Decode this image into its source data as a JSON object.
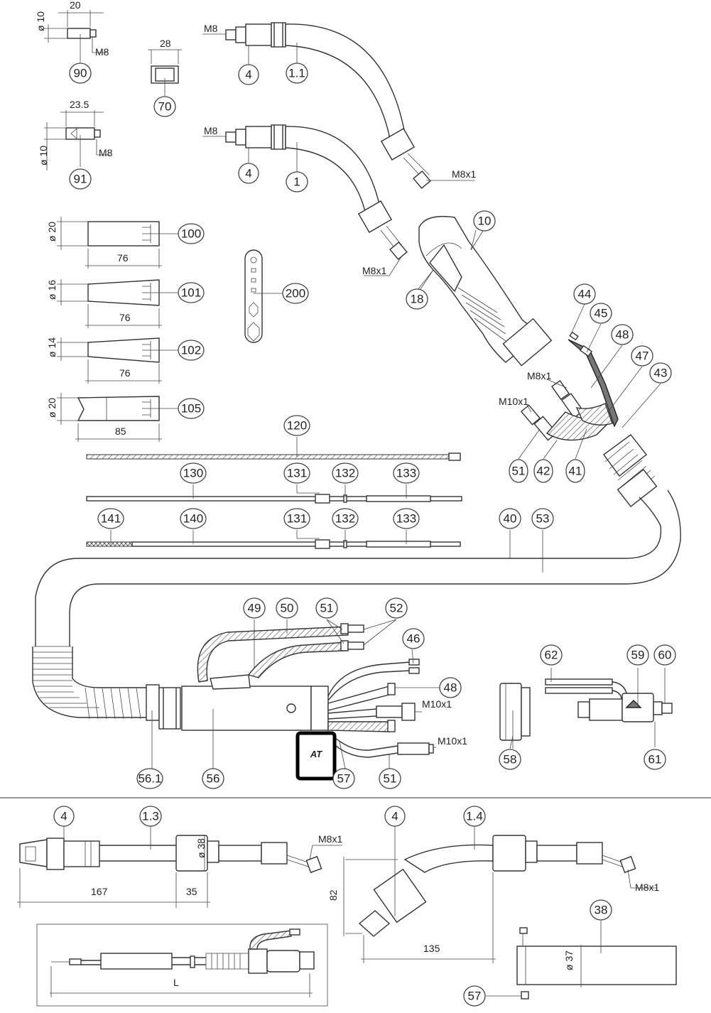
{
  "callouts": {
    "c90": "90",
    "c70": "70",
    "c91": "91",
    "c4a": "4",
    "c11": "1.1",
    "c4b": "4",
    "c1": "1",
    "c100": "100",
    "c101": "101",
    "c102": "102",
    "c105": "105",
    "c200": "200",
    "c10": "10",
    "c18": "18",
    "c44": "44",
    "c45": "45",
    "c48a": "48",
    "c47": "47",
    "c43": "43",
    "c51a": "51",
    "c42": "42",
    "c41": "41",
    "c120": "120",
    "c130": "130",
    "c131a": "131",
    "c132a": "132",
    "c133a": "133",
    "c141": "141",
    "c140": "140",
    "c131b": "131",
    "c132b": "132",
    "c133b": "133",
    "c40": "40",
    "c53": "53",
    "c49": "49",
    "c50": "50",
    "c51b": "51",
    "c52": "52",
    "c46": "46",
    "c48b": "48",
    "c62": "62",
    "c59": "59",
    "c60": "60",
    "c61": "61",
    "c58": "58",
    "c561": "56.1",
    "c56": "56",
    "c57a": "57",
    "c51c": "51",
    "c4c": "4",
    "c13": "1.3",
    "c4d": "4",
    "c14": "1.4",
    "c38": "38",
    "c57b": "57"
  },
  "dims": {
    "d90_phi": "ø 10",
    "d90_len": "20",
    "d90_thread": "M8",
    "d70_len": "28",
    "d91_len": "23.5",
    "d91_phi": "ø 10",
    "d91_thread": "M8",
    "d11_thread": "M8",
    "d11_nut": "M8x1",
    "d1_thread": "M8",
    "d1_nut": "M8x1",
    "d100_phi": "ø 20",
    "d100_len": "76",
    "d101_phi": "ø 16",
    "d101_len": "76",
    "d102_phi": "ø 14",
    "d102_len": "76",
    "d105_phi": "ø 20",
    "d105_len": "85",
    "d_m8x1_a": "M8x1",
    "d_m10x1_a": "M10x1",
    "d_m10x1_b": "M10x1",
    "d_m10x1_c": "M10x1",
    "d13_len": "167",
    "d13_phi": "ø 38",
    "d13_len2": "35",
    "d13_nut": "M8x1",
    "d14_h": "82",
    "d14_len": "135",
    "d14_nut": "M8x1",
    "d38_phi": "ø 37",
    "dL": "L"
  },
  "logo_text": "AT"
}
